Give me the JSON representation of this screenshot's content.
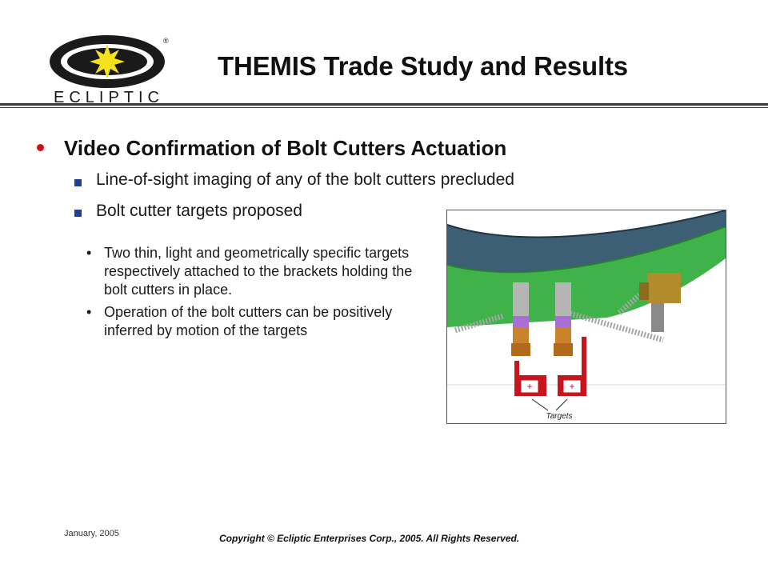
{
  "logo": {
    "text": "ECLIPTIC",
    "registered": "®"
  },
  "header": {
    "title": "THEMIS Trade Study and Results"
  },
  "content": {
    "heading": "Video Confirmation of Bolt Cutters Actuation",
    "points": [
      "Line-of-sight imaging of any of the bolt cutters precluded",
      "Bolt cutter targets proposed"
    ],
    "subpoints": [
      "Two thin, light and geometrically specific targets respectively attached to the brackets holding the bolt cutters in place.",
      "Operation of the bolt cutters can be positively inferred by motion of the targets"
    ],
    "bullet_char": "•"
  },
  "figure": {
    "callout": "Targets"
  },
  "footer": {
    "date": "January, 2005",
    "copyright": "Copyright © Ecliptic Enterprises Corp., 2005. All Rights Reserved."
  },
  "colors": {
    "bullet_red": "#cc1111",
    "bullet_blue": "#1f3f9a",
    "logo_yellow": "#f5e21b",
    "model_green": "#3fb24a",
    "target_red": "#c8141c"
  }
}
